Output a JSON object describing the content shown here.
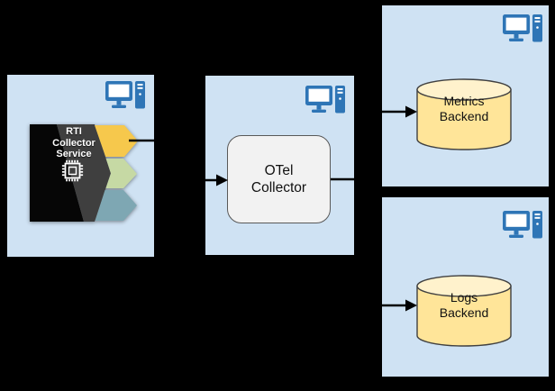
{
  "canvas": {
    "background": "#000000"
  },
  "nodes": {
    "rti_collector_service": {
      "title_lines": [
        "RTI",
        "Collector",
        "Service"
      ]
    },
    "otel_collector": {
      "label_lines": [
        "OTel",
        "Collector"
      ]
    },
    "metrics_backend": {
      "label_lines": [
        "Metrics",
        "Backend"
      ]
    },
    "logs_backend": {
      "label_lines": [
        "Logs",
        "Backend"
      ]
    }
  },
  "edges": [
    {
      "from": "rti_collector_service",
      "to": "otel_collector"
    },
    {
      "from": "otel_collector",
      "to": "metrics_backend"
    },
    {
      "from": "otel_collector",
      "to": "logs_backend"
    }
  ],
  "icons": {
    "computer": "monitor-and-tower",
    "database": "cylinder",
    "chip": "microchip"
  },
  "colors": {
    "canvas_bg": "#000000",
    "zone_fill": "#CFE2F3",
    "icon_blue": "#2E75B6",
    "otel_fill": "#F2F2F2",
    "otel_stroke": "#595959",
    "cyl_body": "#FFE599",
    "cyl_top": "#FFF2CC",
    "cyl_stroke": "#404040",
    "rti_black": "#060606",
    "rti_gray": "#3F3F3F",
    "rti_yellow": "#F6C84C",
    "rti_green": "#C6D9A4",
    "rti_teal": "#7EA7B3",
    "connector": "#000000"
  }
}
